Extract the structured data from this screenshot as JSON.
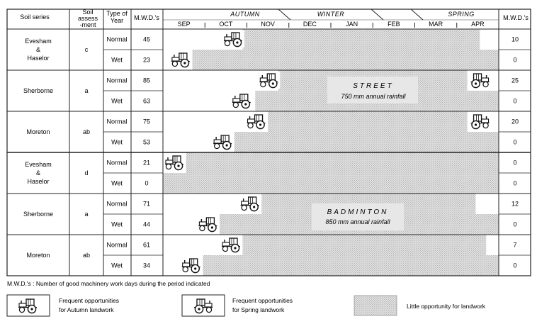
{
  "headers": {
    "soil_series": "Soil series",
    "soil_assessment": [
      "Soil",
      "assess",
      "-ment"
    ],
    "type_of_year": [
      "Type of",
      "Year"
    ],
    "mwd_left": "M.W.D.'s",
    "mwd_right": "M.W.D.'s"
  },
  "seasons": [
    "AUTUMN",
    "WINTER",
    "SPRING"
  ],
  "months": [
    "SEP",
    "OCT",
    "NOV",
    "DEC",
    "JAN",
    "FEB",
    "MAR",
    "APR"
  ],
  "groups": [
    {
      "series": [
        "Evesham",
        "&",
        "Haselor"
      ],
      "assessment": "c"
    },
    {
      "series": [
        "Sherborne"
      ],
      "assessment": "a"
    },
    {
      "series": [
        "Moreton"
      ],
      "assessment": "ab"
    },
    {
      "series": [
        "Evesham",
        "&",
        "Haselor"
      ],
      "assessment": "d"
    },
    {
      "series": [
        "Sherborne"
      ],
      "assessment": "a"
    },
    {
      "series": [
        "Moreton"
      ],
      "assessment": "ab"
    }
  ],
  "rows": [
    {
      "year_type": "Normal",
      "mwd": "45",
      "mwd_right": "10",
      "autumn_month": 1.4,
      "wet_start_month": 1.9,
      "wet_end_month": 7.55,
      "spring_tractor": false
    },
    {
      "year_type": "Wet",
      "mwd": "23",
      "mwd_right": "0",
      "autumn_month": 0.15,
      "wet_start_month": 0.7,
      "wet_end_month": 8.0,
      "spring_tractor": false
    },
    {
      "year_type": "Normal",
      "mwd": "85",
      "mwd_right": "25",
      "autumn_month": 2.25,
      "wet_start_month": 2.75,
      "wet_end_month": 7.25,
      "spring_tractor": true
    },
    {
      "year_type": "Wet",
      "mwd": "63",
      "mwd_right": "0",
      "autumn_month": 1.6,
      "wet_start_month": 2.2,
      "wet_end_month": 8.0,
      "spring_tractor": false
    },
    {
      "year_type": "Normal",
      "mwd": "75",
      "mwd_right": "20",
      "autumn_month": 1.95,
      "wet_start_month": 2.5,
      "wet_end_month": 7.25,
      "spring_tractor": true
    },
    {
      "year_type": "Wet",
      "mwd": "53",
      "mwd_right": "0",
      "autumn_month": 1.15,
      "wet_start_month": 1.7,
      "wet_end_month": 8.0,
      "spring_tractor": false
    },
    {
      "year_type": "Normal",
      "mwd": "21",
      "mwd_right": "0",
      "autumn_month": 0.0,
      "wet_start_month": 0.55,
      "wet_end_month": 8.0,
      "spring_tractor": false
    },
    {
      "year_type": "Wet",
      "mwd": "0",
      "mwd_right": "0",
      "autumn_month": null,
      "wet_start_month": 0.0,
      "wet_end_month": 8.0,
      "spring_tractor": false
    },
    {
      "year_type": "Normal",
      "mwd": "71",
      "mwd_right": "12",
      "autumn_month": 1.8,
      "wet_start_month": 2.35,
      "wet_end_month": 7.45,
      "spring_tractor": false
    },
    {
      "year_type": "Wet",
      "mwd": "44",
      "mwd_right": "0",
      "autumn_month": 0.8,
      "wet_start_month": 1.35,
      "wet_end_month": 8.0,
      "spring_tractor": false
    },
    {
      "year_type": "Normal",
      "mwd": "61",
      "mwd_right": "7",
      "autumn_month": 1.35,
      "wet_start_month": 1.9,
      "wet_end_month": 7.7,
      "spring_tractor": false
    },
    {
      "year_type": "Wet",
      "mwd": "34",
      "mwd_right": "0",
      "autumn_month": 0.4,
      "wet_start_month": 0.95,
      "wet_end_month": 8.0,
      "spring_tractor": false
    }
  ],
  "sites": [
    {
      "name": "STREET",
      "rainfall": "750 mm annual rainfall"
    },
    {
      "name": "BADMINTON",
      "rainfall": "850 mm annual rainfall"
    }
  ],
  "footnote": "M.W.D.'s :  Number of good machinery work days during the period indicated",
  "legend": {
    "autumn": [
      "Frequent opportunities",
      "for Autumn landwork"
    ],
    "spring": [
      "Frequent opportunities",
      "for Spring landwork"
    ],
    "little": "Little opportunity for landwork"
  },
  "colors": {
    "shade": "#cfcfcf",
    "ink": "#111111"
  }
}
